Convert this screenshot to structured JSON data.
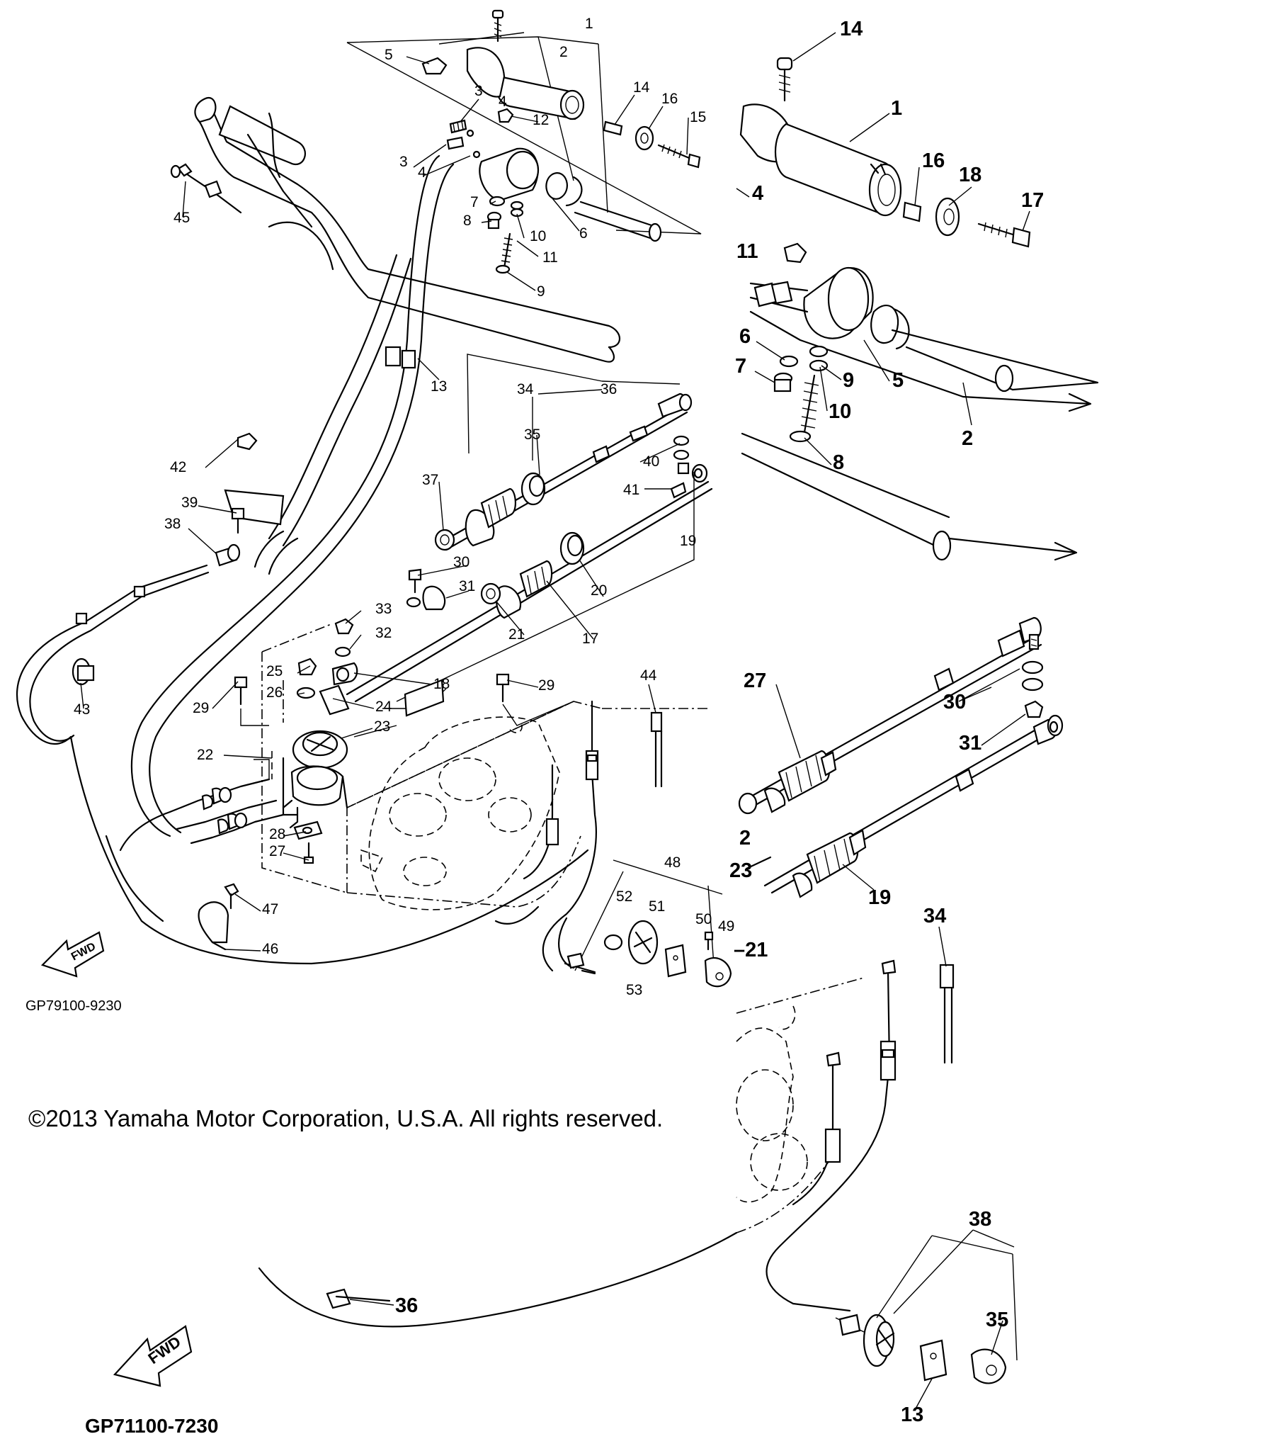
{
  "left_diagram": {
    "code": "GP79100-9230",
    "fwd": "FWD",
    "labels": {
      "n1": "1",
      "n2": "2",
      "n3a": "3",
      "n3b": "3",
      "n4a": "4",
      "n4b": "4",
      "n5": "5",
      "n6": "6",
      "n7": "7",
      "n8": "8",
      "n9": "9",
      "n10": "10",
      "n11": "11",
      "n12": "12",
      "n13": "13",
      "n14": "14",
      "n15": "15",
      "n16": "16",
      "n17": "17",
      "n18": "18",
      "n19": "19",
      "n20": "20",
      "n21": "21",
      "n22": "22",
      "n23": "23",
      "n24": "24",
      "n25": "25",
      "n26": "26",
      "n27": "27",
      "n28": "28",
      "n29a": "29",
      "n29b": "29",
      "n30": "30",
      "n31": "31",
      "n32": "32",
      "n33": "33",
      "n34": "34",
      "n35": "35",
      "n36": "36",
      "n37": "37",
      "n38": "38",
      "n39": "39",
      "n40": "40",
      "n41": "41",
      "n42": "42",
      "n43": "43",
      "n44": "44",
      "n45": "45",
      "n46": "46",
      "n47": "47",
      "n48": "48",
      "n49": "49",
      "n50": "50",
      "n51": "51",
      "n52": "52",
      "n53": "53"
    }
  },
  "right_diagram": {
    "code": "GP71100-7230",
    "fwd": "FWD",
    "labels": {
      "n1": "1",
      "n2": "2",
      "n4": "4",
      "n5": "5",
      "n6": "6",
      "n7": "7",
      "n8": "8",
      "n9": "9",
      "n10": "10",
      "n11": "11",
      "n14": "14",
      "n16": "16",
      "n17": "17",
      "n18": "18",
      "n19": "19",
      "n21": "–21",
      "n22": "2",
      "n23": "23",
      "n27": "27",
      "n30": "30",
      "n31": "31",
      "n34": "34",
      "n35": "35",
      "n36": "36",
      "n38": "38",
      "n13": "13"
    }
  },
  "copyright": "©2013 Yamaha Motor Corporation, U.S.A. All rights reserved."
}
